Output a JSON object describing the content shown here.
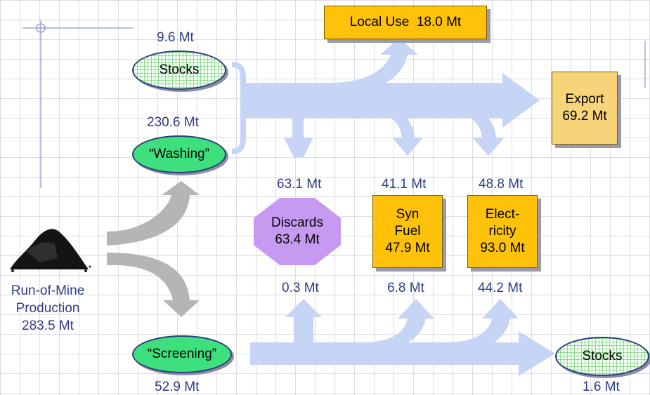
{
  "production": {
    "label": "Run-of-Mine\nProduction\n283.5 Mt"
  },
  "nodes": {
    "stocks_top": "Stocks",
    "washing": "“Washing”",
    "screening": "“Screening”",
    "stocks_bottom": "Stocks",
    "local_use": "Local Use  18.0 Mt",
    "export": "Export\n69.2 Mt",
    "discards": "Discards\n63.4 Mt",
    "syn_fuel": "Syn\nFuel\n47.9 Mt",
    "electricity": "Elect-\nricity\n93.0 Mt"
  },
  "flows": {
    "stocks_top": "9.6 Mt",
    "washing": "230.6 Mt",
    "screening": "52.9 Mt",
    "stocks_bottom": "1.6 Mt",
    "discards_from_washing": "63.1 Mt",
    "synfuel_from_washing": "41.1 Mt",
    "electricity_from_washing": "48.8 Mt",
    "discards_from_screening": "0.3 Mt",
    "synfuel_from_screening": "6.8 Mt",
    "electricity_from_screening": "44.2 Mt"
  },
  "colors": {
    "flow_arrow": "#c6d4f6",
    "split_arrow": "#b5b5b5",
    "node_green": "#3ee07e",
    "box_yellow": "#ffc20a",
    "discards_purple": "#c79af2",
    "label_text": "#2f3c8a"
  }
}
